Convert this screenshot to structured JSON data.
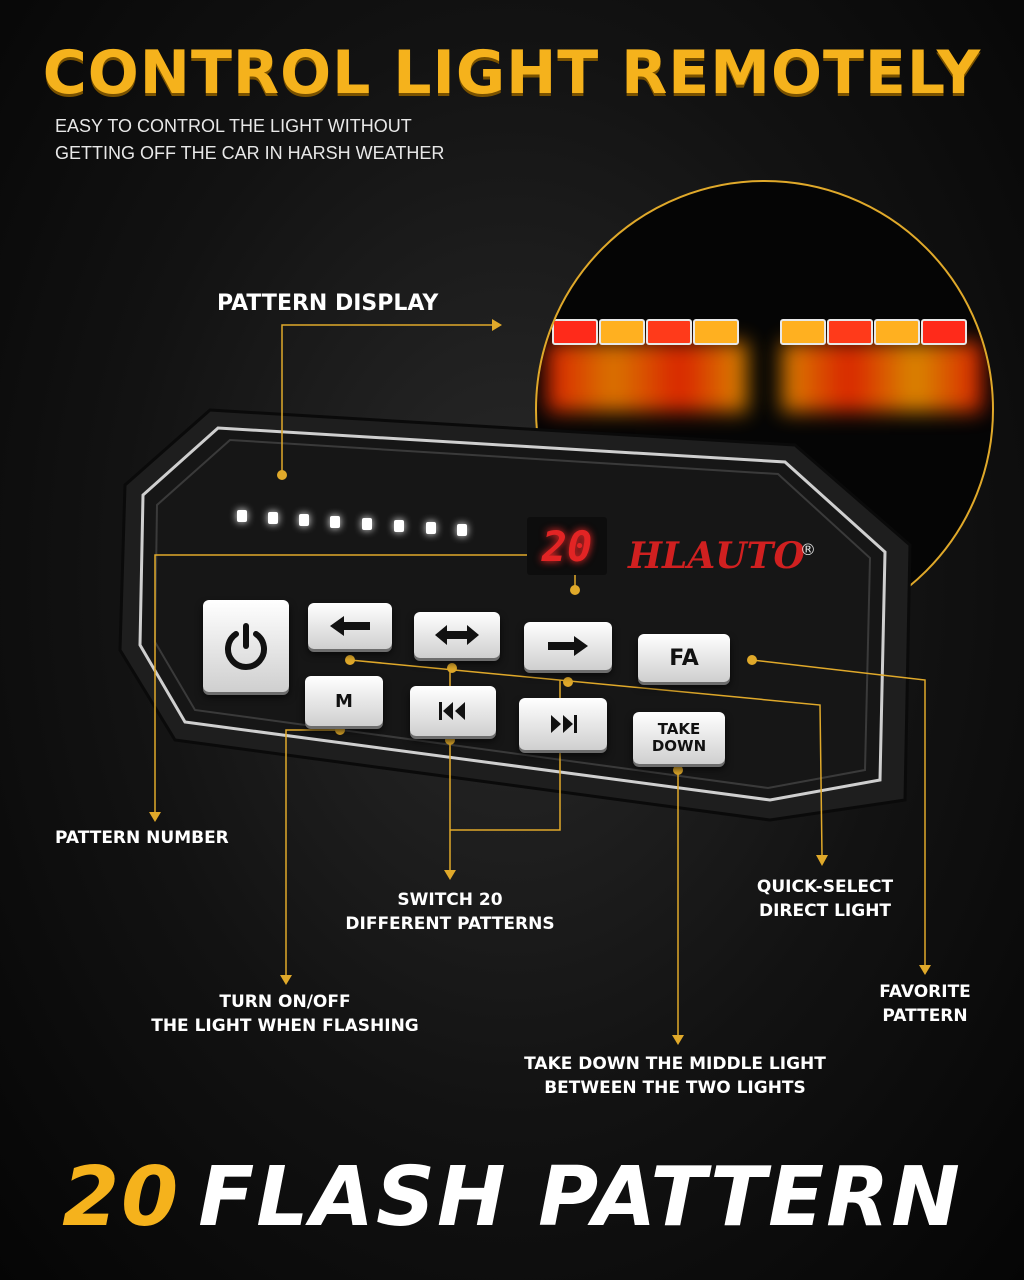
{
  "headline": "CONTROL LIGHT REMOTELY",
  "subline": [
    "EASY TO CONTROL THE LIGHT WITHOUT",
    "GETTING OFF THE CAR IN HARSH WEATHER"
  ],
  "callouts": {
    "pattern_display": "PATTERN DISPLAY",
    "pattern_number": "PATTERN NUMBER",
    "switch_patterns": [
      "SWITCH 20",
      "DIFFERENT PATTERNS"
    ],
    "quick_select": [
      "QUICK-SELECT",
      "DIRECT LIGHT"
    ],
    "turn_on_off": [
      "TURN ON/OFF",
      "THE LIGHT WHEN FLASHING"
    ],
    "favorite": [
      "FAVORITE",
      "PATTERN"
    ],
    "take_down": [
      "TAKE DOWN THE MIDDLE LIGHT",
      "BETWEEN THE TWO LIGHTS"
    ]
  },
  "controller": {
    "display_number": "20",
    "brand": "HLAUTO",
    "registered_mark": "®",
    "buttons": {
      "m": "M",
      "fa": "FA",
      "take_down": [
        "TAKE",
        "DOWN"
      ]
    }
  },
  "bottom": {
    "number": "20",
    "text": "FLASH PATTERN"
  },
  "colors": {
    "accent": "#f5b21c",
    "display_red": "#e22424",
    "leader_line": "#e0a92a"
  },
  "icons": [
    "power-icon",
    "arrow-left-icon",
    "arrow-left-right-icon",
    "arrow-right-icon",
    "skip-back-icon",
    "skip-forward-icon"
  ]
}
